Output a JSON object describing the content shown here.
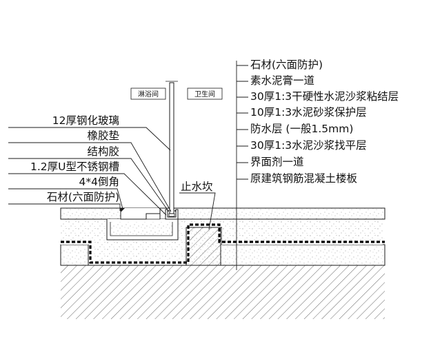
{
  "rooms": {
    "shower": "淋浴间",
    "bathroom": "卫生间"
  },
  "left_labels": [
    "12厚钢化玻璃",
    "橡胶垫",
    "结构胶",
    "1.2厚U型不锈钢槽",
    "4*4倒角",
    "石材(六面防护)"
  ],
  "right_labels": [
    "石材(六面防护)",
    "素水泥膏一道",
    "30厚1:3干硬性水泥沙浆粘结层",
    "10厚1:3水泥砂浆保护层",
    "防水层 (一般1.5mm)",
    "30厚1:3水泥沙浆找平层",
    "界面剂一道",
    "原建筑钢筋混凝土楼板"
  ],
  "water_stop_label": "止水坎",
  "colors": {
    "line": "#1a1a1a",
    "waterproof": "#000000",
    "speckle": "#8a8a8a",
    "hatch": "#555555",
    "background": "#ffffff"
  }
}
